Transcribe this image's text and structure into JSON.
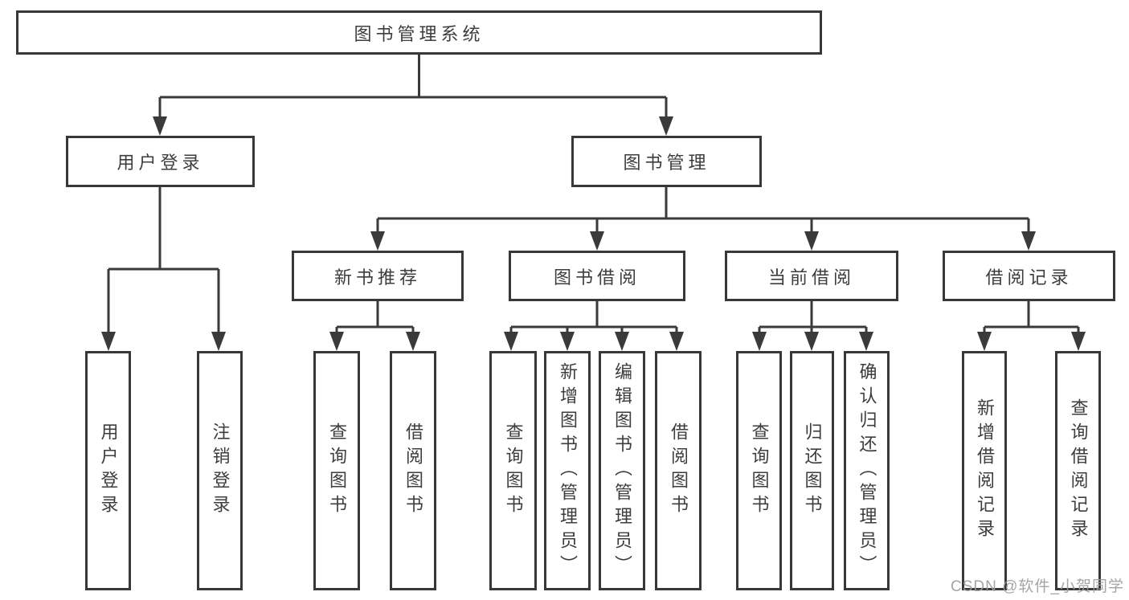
{
  "colors": {
    "line": "#3a3a3a",
    "box_border": "#383838",
    "text": "#3d3d3d",
    "background": "#ffffff",
    "watermark": "#9e9e9e"
  },
  "tree": {
    "root": {
      "label": "图书管理系统"
    },
    "children": [
      {
        "label": "用户登录",
        "children": [
          "用户登录",
          "注销登录"
        ]
      },
      {
        "label": "图书管理",
        "children": [
          {
            "label": "新书推荐",
            "children": [
              "查询图书",
              "借阅图书"
            ]
          },
          {
            "label": "图书借阅",
            "children": [
              "查询图书",
              "新增图书（管理员）",
              "编辑图书（管理员）",
              "借阅图书"
            ]
          },
          {
            "label": "当前借阅",
            "children": [
              "查询图书",
              "归还图书",
              "确认归还（管理员）"
            ]
          },
          {
            "label": "借阅记录",
            "children": [
              "新增借阅记录",
              "查询借阅记录"
            ]
          }
        ]
      }
    ]
  },
  "watermark": {
    "text": "CSDN @软件_小贺同学"
  }
}
